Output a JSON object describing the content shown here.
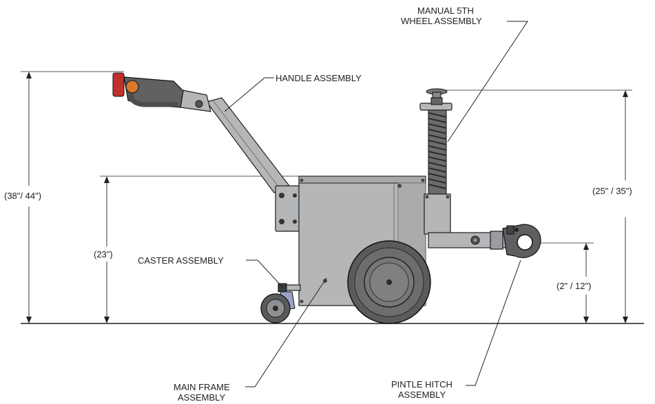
{
  "labels": {
    "handle_assembly": "HANDLE ASSEMBLY",
    "manual_5th_wheel_line1": "MANUAL 5TH",
    "manual_5th_wheel_line2": "WHEEL ASSEMBLY",
    "caster_assembly": "CASTER ASSEMBLY",
    "main_frame_line1": "MAIN FRAME",
    "main_frame_line2": "ASSEMBLY",
    "pintle_hitch_line1": "PINTLE HITCH",
    "pintle_hitch_line2": "ASSEMBLY"
  },
  "dimensions": {
    "handle_height": "(38\"/ 44\")",
    "frame_height": "(23\")",
    "fifth_wheel_height": "(25\" / 35\")",
    "hitch_height": "(2\" / 12\")"
  },
  "colors": {
    "metal": "#b4b6b8",
    "grip_red": "#c0312b",
    "grip_orange": "#d9772a",
    "tire": "#5a5b5d",
    "caster_blue": "#9aa2c8"
  }
}
